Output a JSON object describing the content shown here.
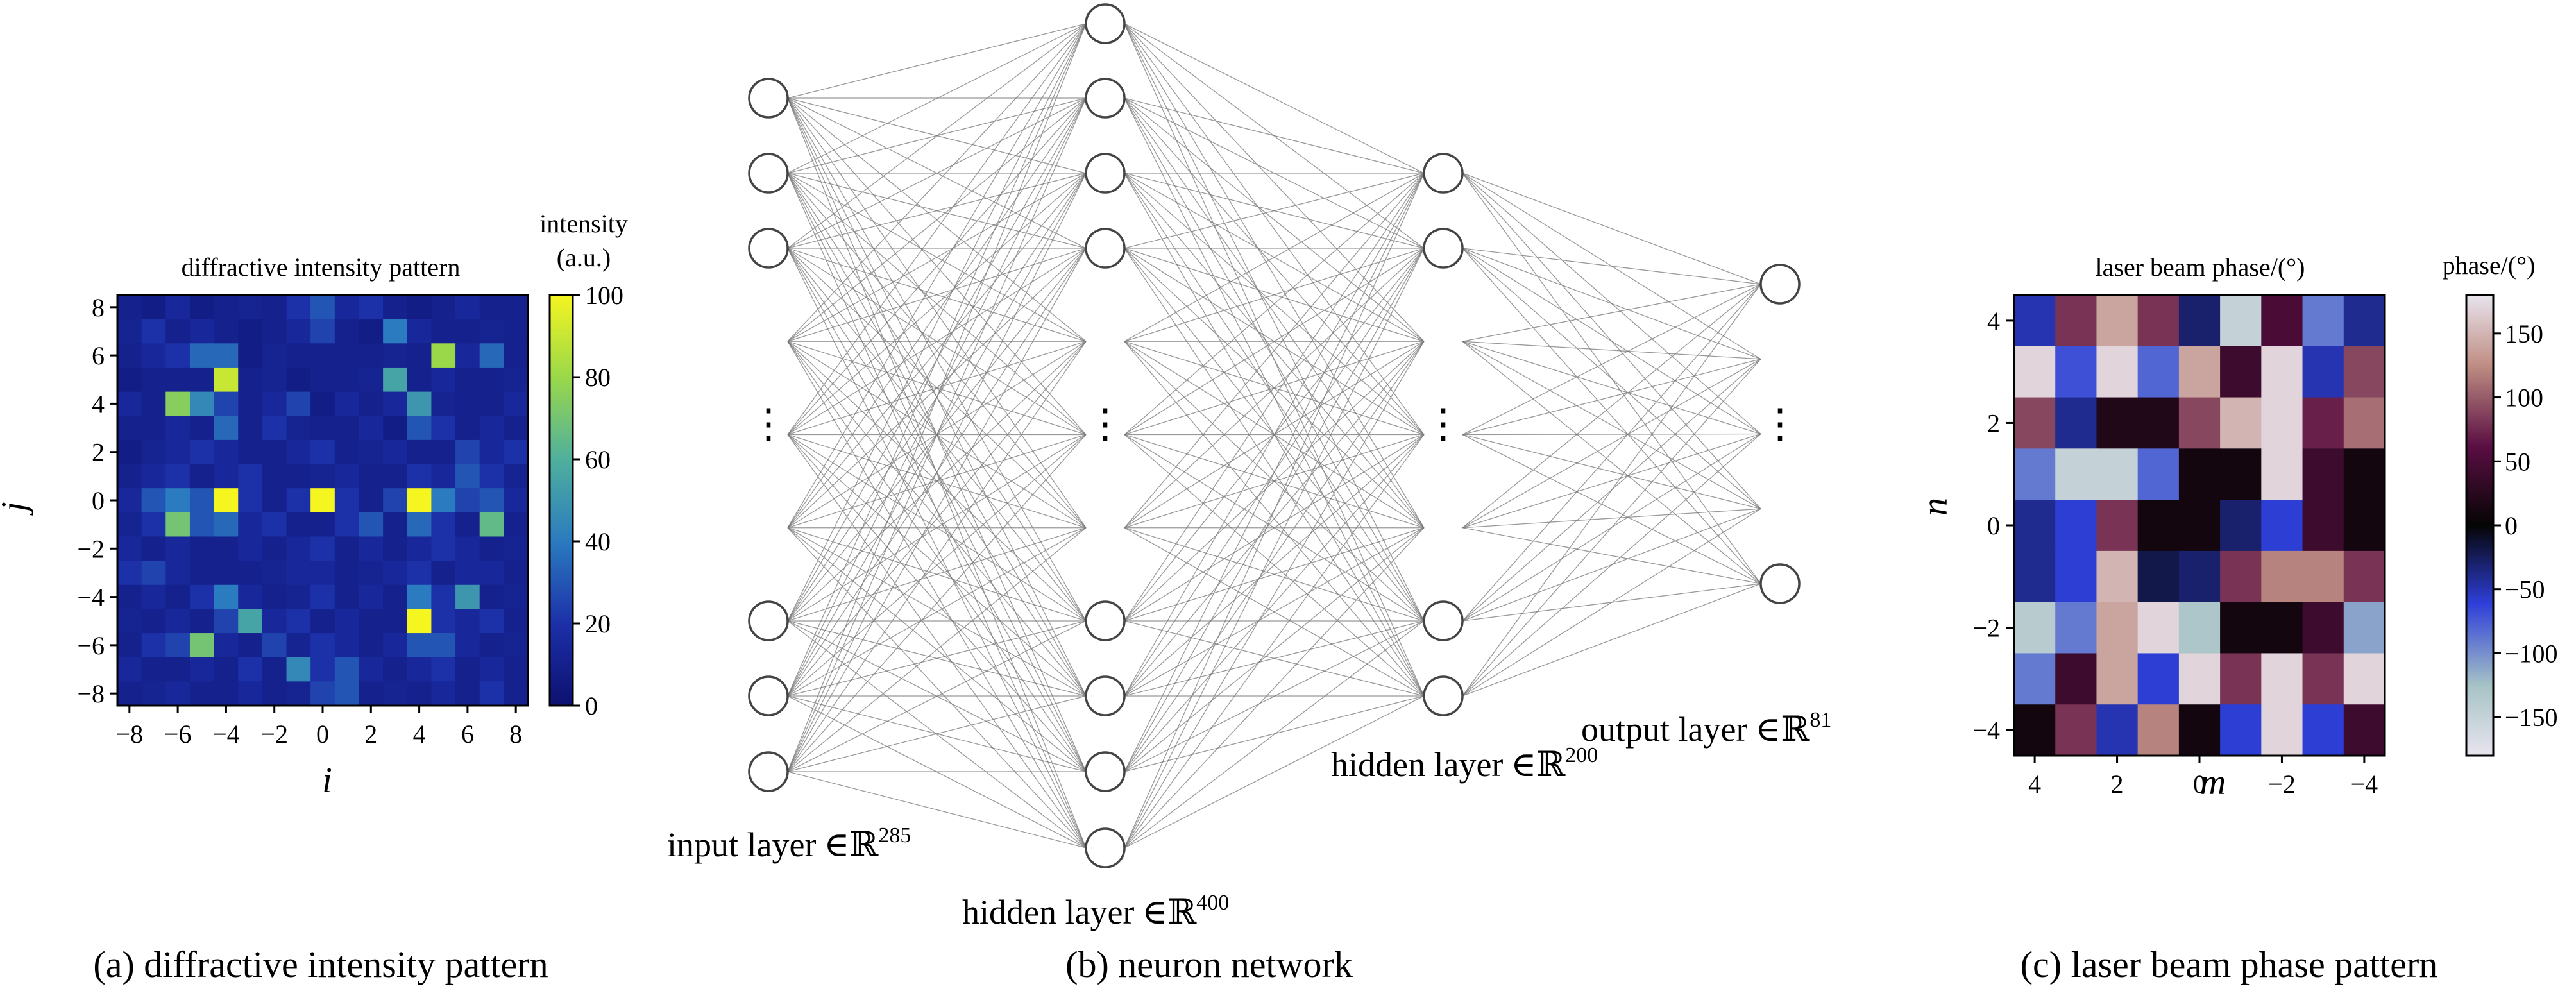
{
  "panel_a": {
    "title": "diffractive intensity pattern",
    "colorbar_title": "intensity",
    "colorbar_unit": "(a.u.)",
    "colorbar_ticks": [
      "0",
      "20",
      "40",
      "60",
      "80",
      "100"
    ],
    "xlabel": "i",
    "ylabel": "j",
    "xticks": [
      "−8",
      "−6",
      "−4",
      "−2",
      "0",
      "2",
      "4",
      "6",
      "8"
    ],
    "yticks": [
      "8",
      "6",
      "4",
      "2",
      "0",
      "−2",
      "−4",
      "−6",
      "−8"
    ],
    "caption": "(a) diffractive intensity pattern",
    "colors": {
      "low": "#0d1170",
      "mid": "#2a7bbf",
      "high": "#f5f520"
    }
  },
  "panel_b": {
    "layers": [
      "input layer",
      "hidden layer",
      "hidden layer",
      "output layer"
    ],
    "layer_dims": [
      "285",
      "400",
      "200",
      "81"
    ],
    "set_symbol": "ℝ",
    "element_symbol": "∈",
    "ellipsis": "⋮",
    "caption": "(b) neuron network"
  },
  "panel_c": {
    "title": "laser beam phase/(°)",
    "colorbar_title": "phase/(°)",
    "colorbar_ticks": [
      "150",
      "100",
      "50",
      "0",
      "−50",
      "−100",
      "−150"
    ],
    "xlabel": "m",
    "ylabel": "n",
    "xticks": [
      "4",
      "2",
      "0",
      "−2",
      "−4"
    ],
    "yticks": [
      "4",
      "2",
      "0",
      "−2",
      "−4"
    ],
    "caption": "(c) laser beam phase pattern"
  },
  "chart_data": [
    {
      "type": "heatmap",
      "title": "diffractive intensity pattern",
      "xlabel": "i",
      "ylabel": "j",
      "x": [
        -8,
        -7,
        -6,
        -5,
        -4,
        -3,
        -2,
        -1,
        0,
        1,
        2,
        3,
        4,
        5,
        6,
        7,
        8
      ],
      "y": [
        8,
        7,
        6,
        5,
        4,
        3,
        2,
        1,
        0,
        -1,
        -2,
        -3,
        -4,
        -5,
        -6,
        -7,
        -8
      ],
      "zlim": [
        0,
        100
      ],
      "colorbar_label": "intensity (a.u.)",
      "values": [
        [
          10,
          8,
          15,
          8,
          10,
          12,
          10,
          20,
          30,
          15,
          20,
          10,
          8,
          10,
          15,
          10,
          10
        ],
        [
          12,
          20,
          10,
          15,
          10,
          8,
          10,
          15,
          25,
          10,
          8,
          40,
          15,
          10,
          10,
          12,
          10
        ],
        [
          10,
          15,
          20,
          35,
          35,
          8,
          12,
          10,
          10,
          10,
          10,
          12,
          10,
          80,
          15,
          35,
          10
        ],
        [
          8,
          10,
          10,
          10,
          90,
          10,
          12,
          8,
          10,
          10,
          12,
          55,
          10,
          15,
          10,
          10,
          12
        ],
        [
          15,
          10,
          75,
          45,
          25,
          10,
          15,
          25,
          8,
          15,
          10,
          15,
          50,
          12,
          10,
          10,
          15
        ],
        [
          10,
          10,
          15,
          10,
          35,
          10,
          20,
          12,
          10,
          10,
          15,
          8,
          30,
          20,
          10,
          15,
          10
        ],
        [
          8,
          12,
          15,
          20,
          15,
          10,
          10,
          15,
          20,
          10,
          12,
          15,
          10,
          10,
          25,
          15,
          20
        ],
        [
          10,
          15,
          20,
          10,
          15,
          20,
          10,
          10,
          12,
          15,
          10,
          10,
          20,
          15,
          30,
          20,
          12
        ],
        [
          15,
          30,
          40,
          30,
          100,
          20,
          10,
          20,
          100,
          20,
          10,
          25,
          100,
          40,
          25,
          30,
          15
        ],
        [
          12,
          20,
          70,
          30,
          35,
          15,
          20,
          10,
          10,
          20,
          30,
          10,
          35,
          20,
          10,
          65,
          10
        ],
        [
          15,
          10,
          15,
          10,
          10,
          15,
          10,
          15,
          20,
          10,
          15,
          10,
          15,
          20,
          15,
          10,
          12
        ],
        [
          20,
          25,
          15,
          10,
          10,
          10,
          12,
          15,
          15,
          10,
          12,
          15,
          20,
          10,
          15,
          15,
          10
        ],
        [
          10,
          15,
          10,
          20,
          40,
          15,
          10,
          12,
          20,
          10,
          15,
          10,
          40,
          20,
          50,
          10,
          12
        ],
        [
          12,
          10,
          15,
          10,
          25,
          55,
          15,
          20,
          10,
          15,
          10,
          10,
          100,
          20,
          15,
          20,
          10
        ],
        [
          10,
          20,
          25,
          70,
          15,
          10,
          25,
          12,
          20,
          15,
          10,
          15,
          30,
          30,
          15,
          10,
          12
        ],
        [
          15,
          10,
          10,
          15,
          10,
          20,
          10,
          45,
          20,
          30,
          15,
          10,
          15,
          20,
          10,
          15,
          10
        ],
        [
          10,
          12,
          15,
          10,
          10,
          15,
          10,
          12,
          25,
          30,
          10,
          12,
          10,
          15,
          10,
          20,
          10
        ]
      ]
    },
    {
      "type": "heatmap",
      "title": "laser beam phase/(°)",
      "xlabel": "m",
      "ylabel": "n",
      "x": [
        4,
        3,
        2,
        1,
        0,
        -1,
        -2,
        -3,
        -4
      ],
      "y": [
        4,
        3,
        2,
        1,
        0,
        -1,
        -2,
        -3,
        -4
      ],
      "zlim": [
        -180,
        180
      ],
      "colorbar_label": "phase/(°)",
      "values": [
        [
          -50,
          80,
          140,
          80,
          -30,
          -150,
          50,
          -90,
          -40
        ],
        [
          170,
          -70,
          170,
          -80,
          140,
          40,
          170,
          -50,
          90
        ],
        [
          90,
          -40,
          20,
          20,
          90,
          150,
          170,
          70,
          110
        ],
        [
          -90,
          -150,
          -150,
          -80,
          10,
          10,
          170,
          40,
          10
        ],
        [
          -40,
          -60,
          80,
          10,
          10,
          -30,
          -60,
          40,
          10
        ],
        [
          -40,
          -60,
          150,
          -20,
          -30,
          80,
          120,
          120,
          80
        ],
        [
          -140,
          -90,
          140,
          170,
          -130,
          10,
          10,
          40,
          -110
        ],
        [
          -90,
          40,
          140,
          -60,
          170,
          80,
          170,
          80,
          170
        ],
        [
          10,
          80,
          -50,
          120,
          10,
          -60,
          170,
          -60,
          40
        ]
      ]
    }
  ]
}
